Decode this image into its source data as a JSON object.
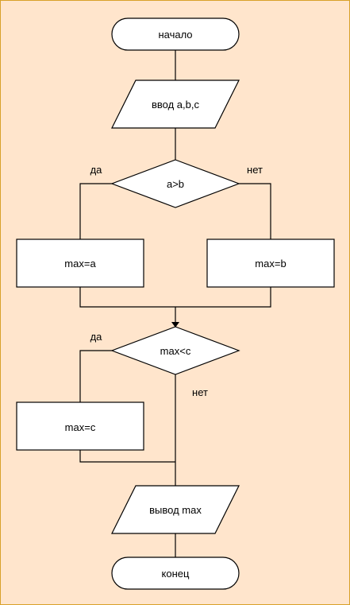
{
  "flowchart": {
    "start_label": "начало",
    "input_label": "ввод a,b,c",
    "decision_ab_label": "a>b",
    "decision_ab_yes": "да",
    "decision_ab_no": "нет",
    "assign_a_label": "max=a",
    "assign_b_label": "max=b",
    "decision_maxc_label": "max<c",
    "decision_maxc_yes": "да",
    "decision_maxc_no": "нет",
    "assign_c_label": "max=c",
    "output_label": "вывод max",
    "end_label": "конец"
  },
  "colors": {
    "background": "#ffe5cc",
    "border": "#d9a12a",
    "shape_fill": "#ffffff",
    "stroke": "#000000"
  }
}
